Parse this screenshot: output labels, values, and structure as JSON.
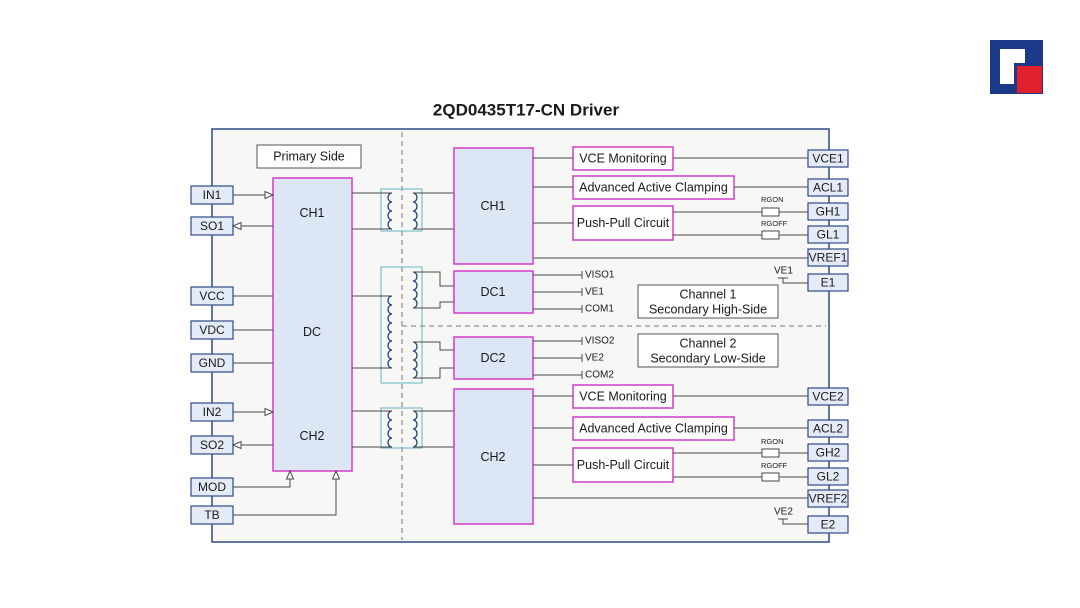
{
  "title": "2QD0435T17-CN Driver",
  "primary_side_label": "Primary Side",
  "logo_icon": "company-logo",
  "colors": {
    "frame": "#2e4a8a",
    "block_border": "#d43cc8",
    "block_fill": "#dce6f4",
    "logo_blue": "#1d3a8a",
    "logo_red": "#e0202a"
  },
  "left_pins": [
    "IN1",
    "SO1",
    "VCC",
    "VDC",
    "GND",
    "IN2",
    "SO2",
    "MOD",
    "TB"
  ],
  "primary_blocks": {
    "ch1": "CH1",
    "dc": "DC",
    "ch2": "CH2"
  },
  "secondary_blocks": {
    "ch1": "CH1",
    "dc1": "DC1",
    "dc2": "DC2",
    "ch2": "CH2"
  },
  "functions": {
    "vce1": "VCE Monitoring",
    "aac1": "Advanced  Active Clamping",
    "pp1": "Push-Pull Circuit",
    "vce2": "VCE Monitoring",
    "aac2": "Advanced  Active Clamping",
    "pp2": "Push-Pull Circuit"
  },
  "resistors": {
    "rgon1": "RGON",
    "rgoff1": "RGOFF",
    "rgon2": "RGON",
    "rgoff2": "RGOFF"
  },
  "supply_labels": {
    "viso1": "VISO1",
    "ve1": "VE1",
    "com1": "COM1",
    "viso2": "VISO2",
    "ve2": "VE2",
    "com2": "COM2"
  },
  "ve_labels": {
    "ve1": "VE1",
    "ve2": "VE2"
  },
  "channel1": {
    "line1": "Channel 1",
    "line2": "Secondary  High-Side"
  },
  "channel2": {
    "line1": "Channel 2",
    "line2": "Secondary  Low-Side"
  },
  "right_pins": {
    "vce1": "VCE1",
    "acl1": "ACL1",
    "gh1": "GH1",
    "gl1": "GL1",
    "vref1": "VREF1",
    "e1": "E1",
    "vce2": "VCE2",
    "acl2": "ACL2",
    "gh2": "GH2",
    "gl2": "GL2",
    "vref2": "VREF2",
    "e2": "E2"
  }
}
